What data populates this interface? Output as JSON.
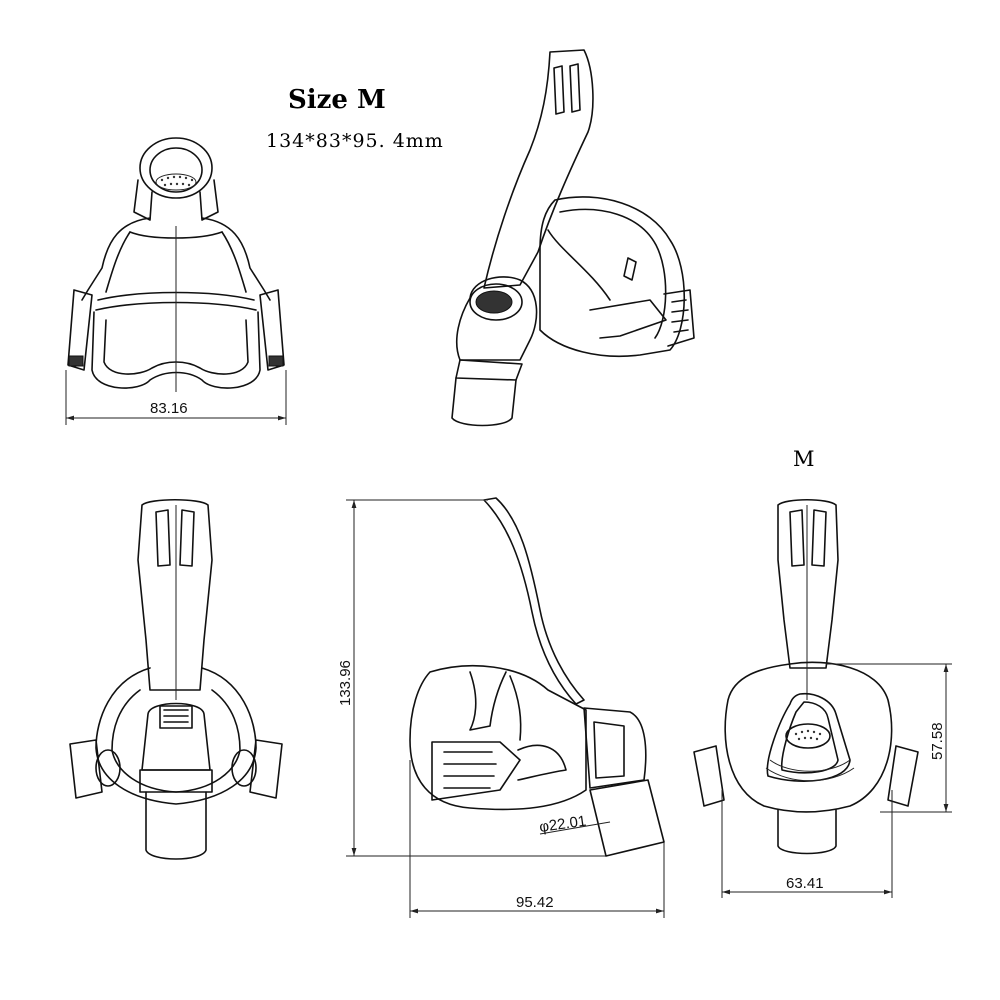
{
  "header": {
    "title": "Size M",
    "dimensions_text": "134*83*95. 4mm"
  },
  "size_label": "M",
  "dimensions": {
    "front_width": "83.16",
    "height": "133.96",
    "depth": "95.42",
    "port_diameter": "φ22.01",
    "back_width": "63.41",
    "cushion_height": "57.58"
  },
  "views": [
    "front-top-view",
    "isometric-view",
    "front-view",
    "side-view",
    "back-view"
  ]
}
